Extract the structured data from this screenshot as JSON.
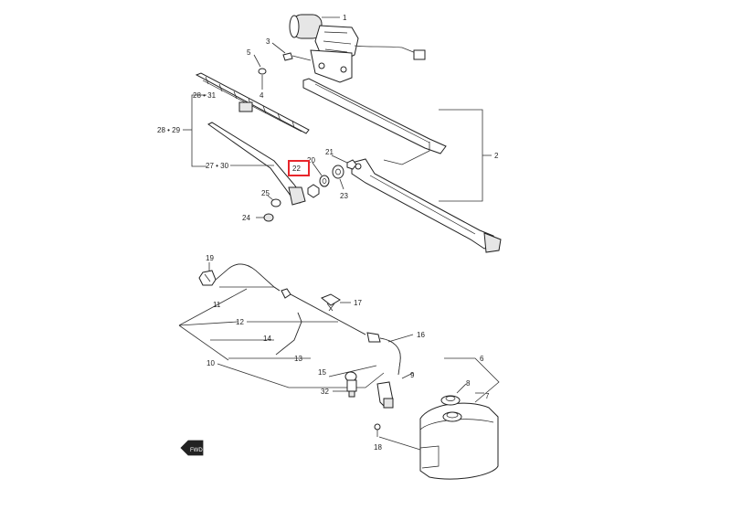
{
  "diagram": {
    "callouts": {
      "c1": "1",
      "c2": "2",
      "c3": "3",
      "c4": "4",
      "c5": "5",
      "c6": "6",
      "c7": "7",
      "c8": "8",
      "c9": "9",
      "c10": "10",
      "c11": "11",
      "c12": "12",
      "c13": "13",
      "c14": "14",
      "c15": "15",
      "c16": "16",
      "c17": "17",
      "c18": "18",
      "c19": "19",
      "c20": "20",
      "c21": "21",
      "c22": "22",
      "c23": "23",
      "c24": "24",
      "c25": "25",
      "c27_30": "27 • 30",
      "c28_29": "28 • 29",
      "c28_31": "28 • 31",
      "c32": "32"
    },
    "highlight": {
      "label": "22",
      "color": "#e8262b"
    },
    "orientation_mark": "FWD",
    "colors": {
      "line": "#333333",
      "fill": "#ffffff",
      "highlight": "#e8262b"
    }
  }
}
